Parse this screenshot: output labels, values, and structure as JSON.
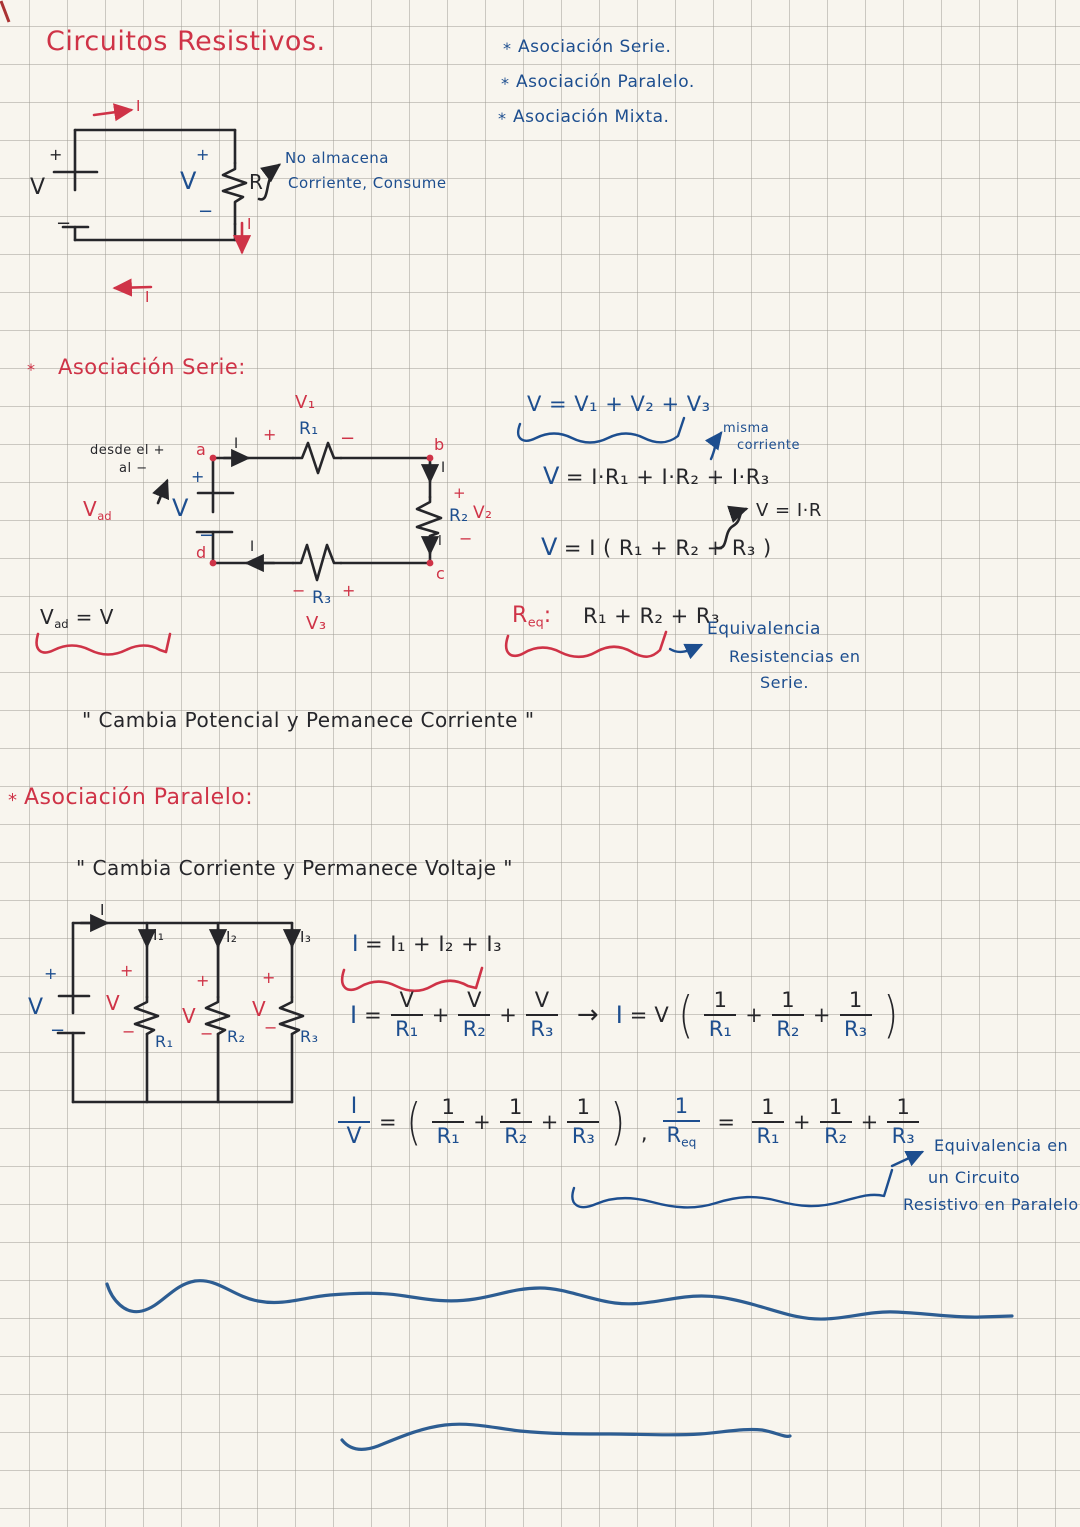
{
  "ink": {
    "red": "#cf3347",
    "blue": "#1d4e8f",
    "black": "#26262a",
    "paper": "#f8f5ee",
    "grid": "#9e9b93"
  },
  "title": "Circuitos Resistivos.",
  "topics": {
    "bullet": "*",
    "items": [
      "Asociación Serie.",
      "Asociación Paralelo.",
      "Asociación Mixta."
    ]
  },
  "sym": {
    "plus": "+",
    "minus": "−",
    "V": "V",
    "I": "I",
    "R": "R",
    "V1": "V₁",
    "V2": "V₂",
    "V3": "V₃",
    "R1": "R₁",
    "R2": "R₂",
    "R3": "R₃",
    "I1": "I₁",
    "I2": "I₂",
    "I3": "I₃",
    "a": "a",
    "b": "b",
    "c": "c",
    "d": "d",
    "one": "1",
    "eq": "=",
    "colon": ":",
    "arrow": "→",
    "comma": ",",
    "lpar": "(",
    "rpar": ")",
    "sub_eq": "eq",
    "sub_ad": "ad",
    "bullet": "*"
  },
  "circuit1": {
    "note1": "No almacena",
    "note2": "Corriente, Consume"
  },
  "serie": {
    "heading": "Asociación Serie:",
    "desde": "desde el +",
    "al": "al −",
    "vad_eq_rhs": "= V",
    "f_sum": "V = V₁ + V₂ + V₃",
    "misma1": "misma",
    "misma2": "corriente",
    "f_ohm_sum_rhs": "= I·R₁ + I·R₂ + I·R₃",
    "f_fact_rhs": "= I ( R₁ + R₂ + R₃ )",
    "f_ohm": "V = I·R",
    "f_req_rhs": "R₁ + R₂ + R₃",
    "equiv1": "Equivalencia",
    "equiv2": "Resistencias en",
    "equiv3": "Serie.",
    "quote": "\" Cambia  Potencial  y Pemanece Corriente \""
  },
  "paralelo": {
    "heading": "Asociación Paralelo:",
    "quote": "\" Cambia Corriente  y Permanece Voltaje \"",
    "f_sum_rhs": "= I₁ + I₂ + I₃",
    "equiv1": "Equivalencia en",
    "equiv2": "un Circuito",
    "equiv3": "Resistivo en Paralelo"
  }
}
